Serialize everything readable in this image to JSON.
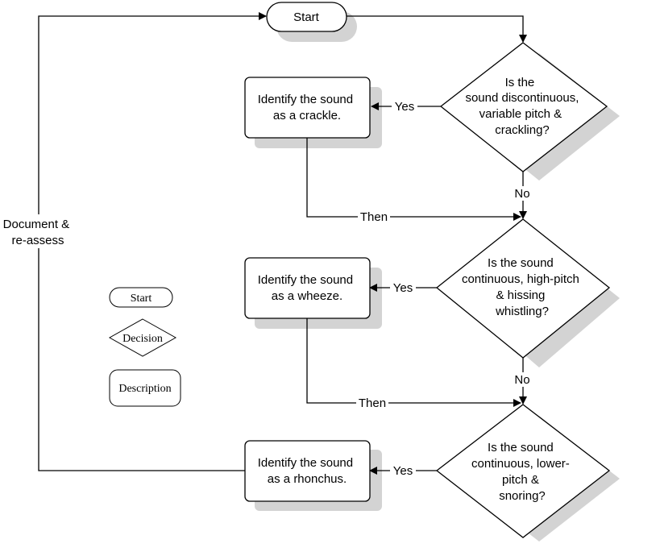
{
  "start": "Start",
  "decisions": [
    [
      "Is the",
      "sound discontinuous,",
      "variable pitch &",
      "crackling?"
    ],
    [
      "Is the sound",
      "continuous, high-pitch",
      "& hissing",
      "whistling?"
    ],
    [
      "Is the sound",
      "continuous, lower-",
      "pitch &",
      "snoring?"
    ]
  ],
  "descriptions": [
    [
      "Identify the sound",
      "as a crackle."
    ],
    [
      "Identify the sound",
      "as a wheeze."
    ],
    [
      "Identify the sound",
      "as a rhonchus."
    ]
  ],
  "edge_labels": {
    "yes": "Yes",
    "no": "No",
    "then": "Then",
    "loop": [
      "Document &",
      "re-assess"
    ]
  },
  "legend": {
    "start": "Start",
    "decision": "Decision",
    "description": "Description"
  }
}
